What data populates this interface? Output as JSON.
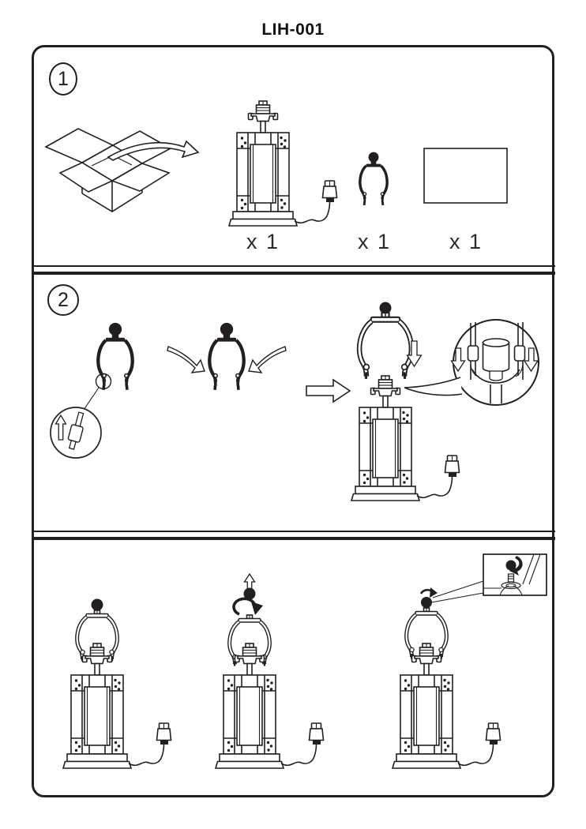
{
  "title": "LIH-001",
  "background": "#ffffff",
  "line_color": "#231f20",
  "steps": {
    "one": {
      "number": "1",
      "quantities": {
        "lamp_base": "x 1",
        "harp": "x 1",
        "shade_box": "x 1"
      }
    },
    "two": {
      "number": "2"
    }
  },
  "figures": {
    "step1": [
      "open-box",
      "transfer-arrow",
      "lamp-base-with-cord",
      "harp-with-finial",
      "shade-box"
    ],
    "step2": [
      "harp-with-ferrule-callout",
      "ferrule-detail-circle",
      "squeeze-arrows",
      "harp-squeezed",
      "right-arrow",
      "harp-lowering-onto-socket",
      "down-arrow",
      "socket-detail-magnifier",
      "lamp-base-with-cord"
    ],
    "step3": [
      "assembled-lamp",
      "finial-unscrew-figure",
      "finial-screw-on-figure",
      "finial-detail-inset"
    ]
  }
}
